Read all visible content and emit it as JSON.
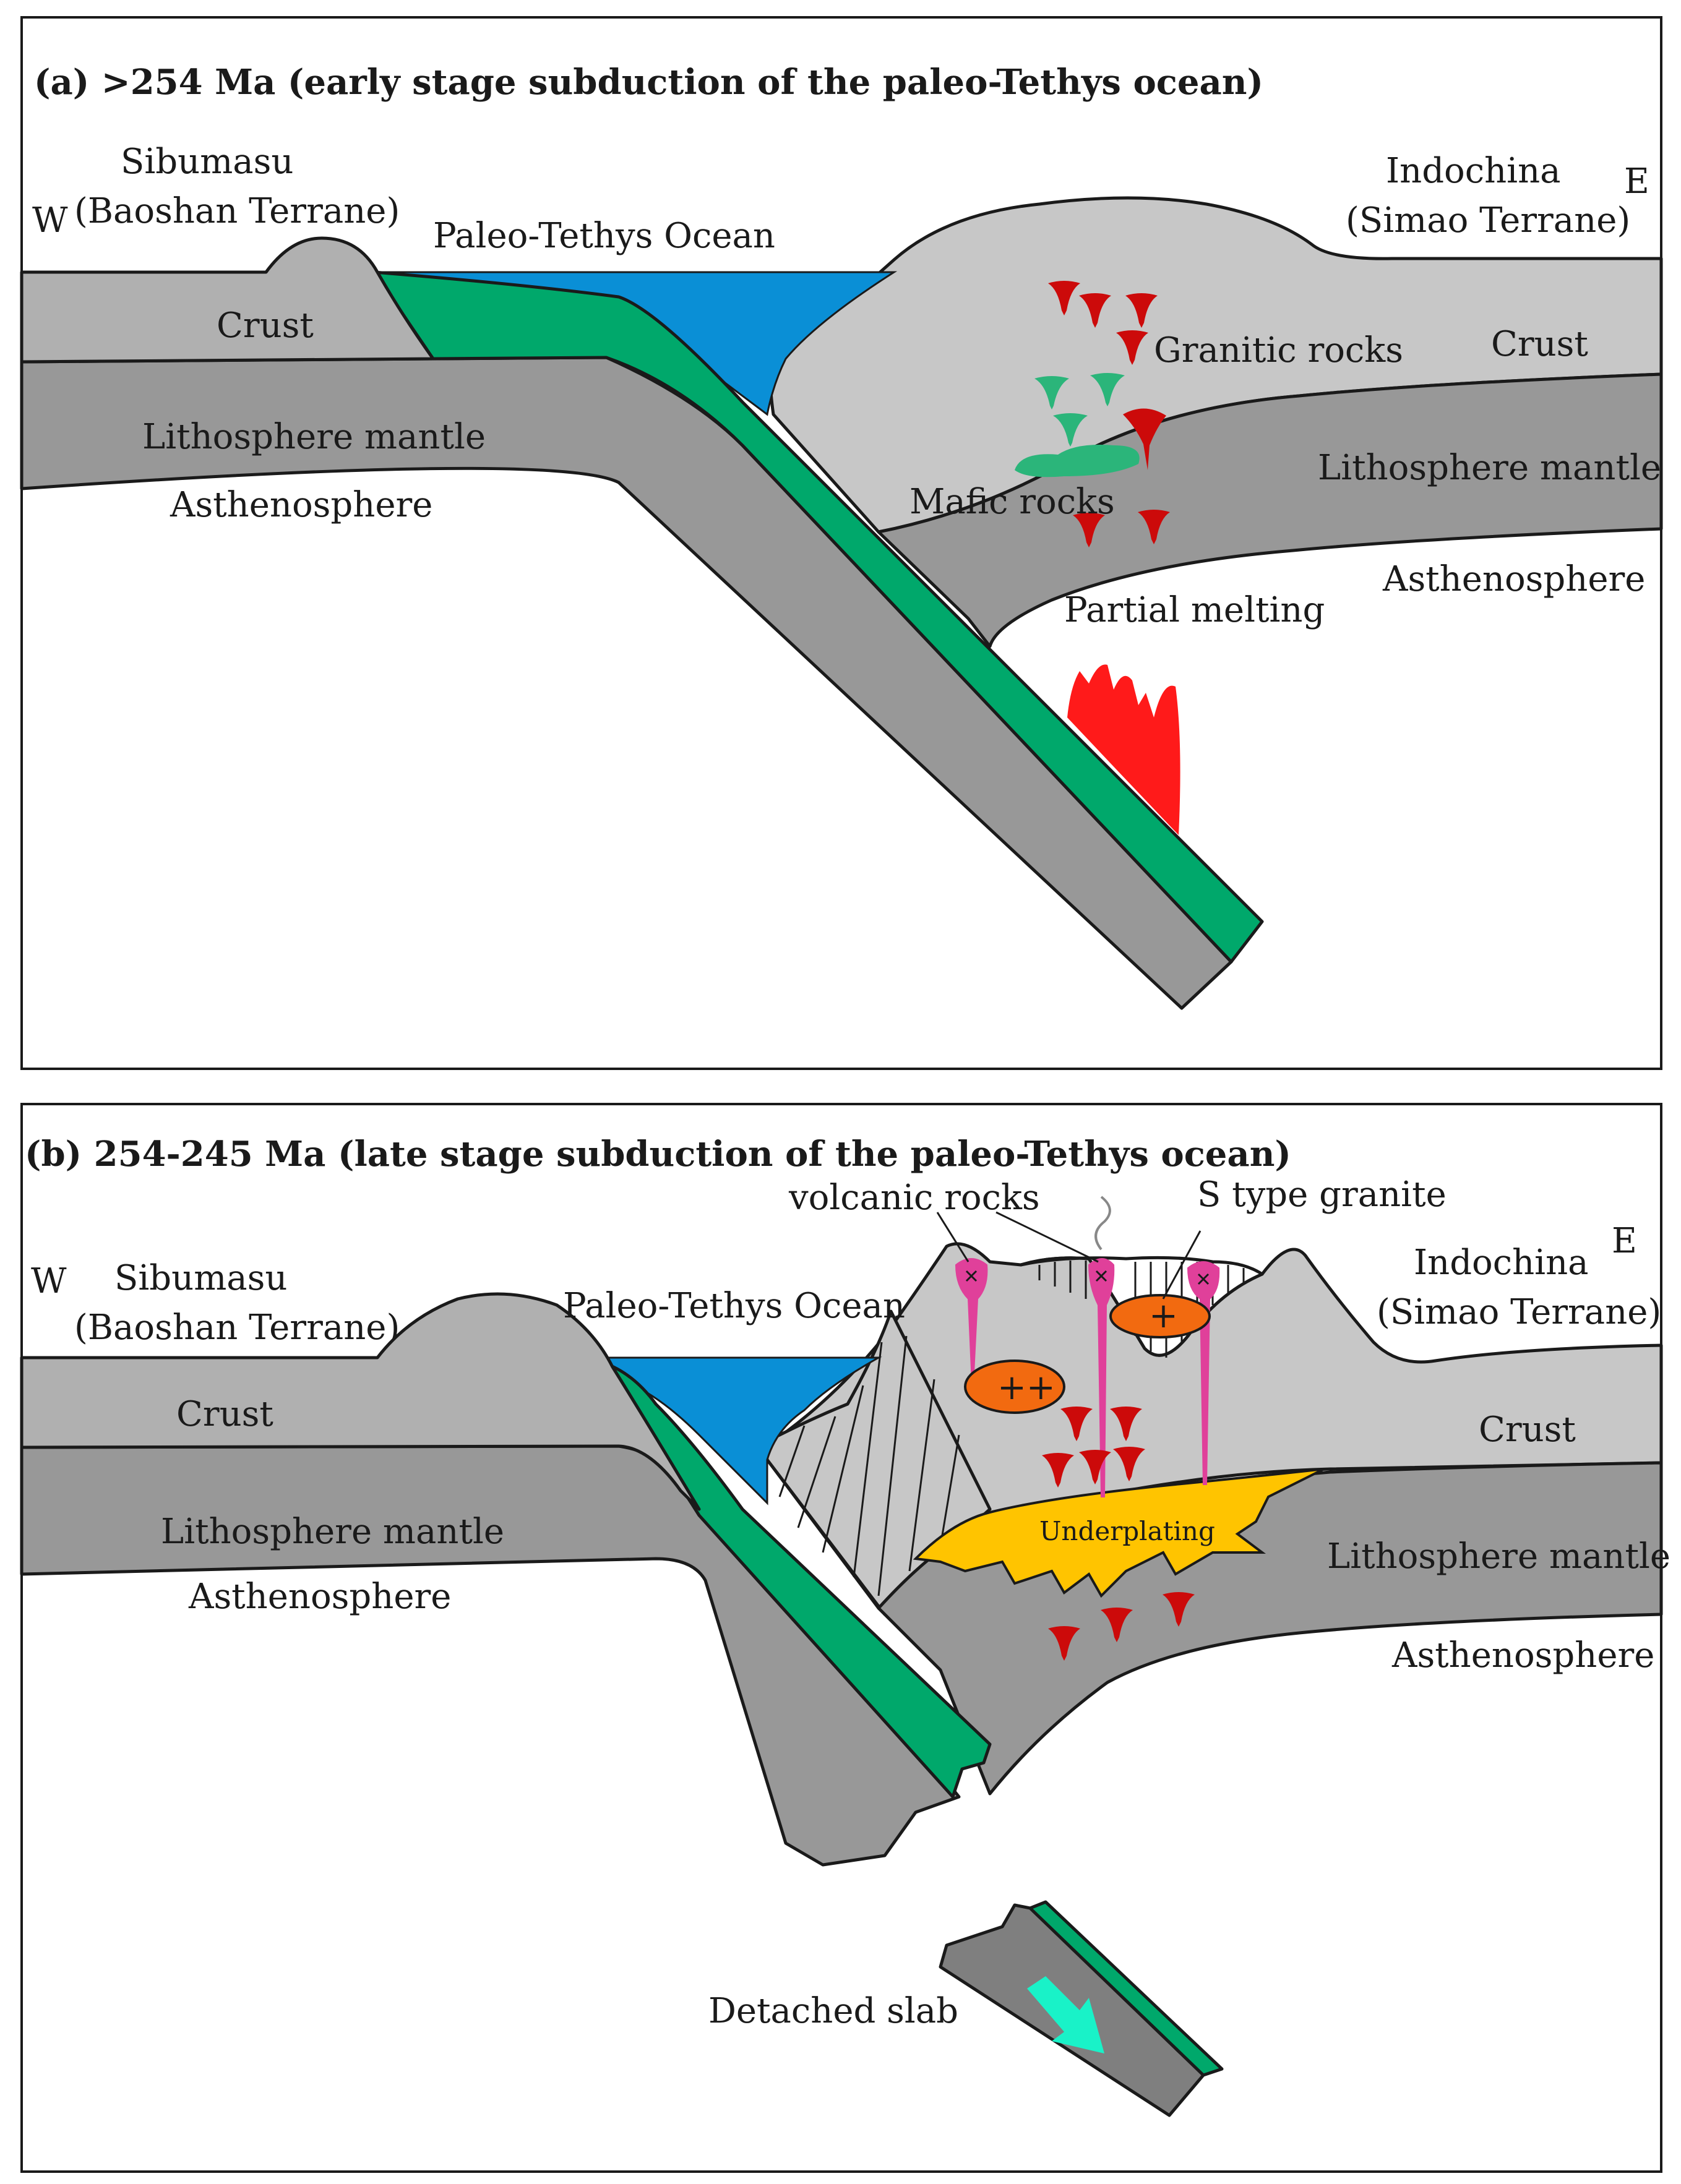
{
  "colors": {
    "ocean": "#0a8fd6",
    "slab": "#00a86b",
    "crust": "#c7c7c7",
    "crust_west": "#b0b0b0",
    "mantle": "#989898",
    "melt": "#ff1a1a",
    "granite_drop": "#cc0a0a",
    "mafic": "#2bb57a",
    "volcanic": "#e0409a",
    "sgranite": "#f26a10",
    "underplating": "#ffc400",
    "arrow": "#19f2c8"
  },
  "panel_a": {
    "title": "(a) >254 Ma (early stage subduction of the paleo-Tethys ocean)",
    "west": "W",
    "east": "E",
    "sibumasu": "Sibumasu",
    "baoshan": "(Baoshan Terrane)",
    "ocean": "Paleo-Tethys Ocean",
    "indochina": "Indochina",
    "simao": "(Simao Terrane)",
    "crust_west": "Crust",
    "crust_east": "Crust",
    "litho_west": "Lithosphere mantle",
    "litho_east": "Lithosphere mantle",
    "astheno_west": "Asthenosphere",
    "astheno_east": "Asthenosphere",
    "granitic": "Granitic rocks",
    "mafic": "Mafic rocks",
    "partial_melting": "Partial melting"
  },
  "panel_b": {
    "title": "(b) 254-245 Ma (late stage subduction of the paleo-Tethys ocean)",
    "west": "W",
    "east": "E",
    "sibumasu": "Sibumasu",
    "baoshan": "(Baoshan Terrane)",
    "ocean": "Paleo-Tethys Ocean",
    "indochina": "Indochina",
    "simao": "(Simao Terrane)",
    "crust_west": "Crust",
    "crust_east": "Crust",
    "litho_west": "Lithosphere mantle",
    "litho_east": "Lithosphere mantle",
    "astheno_west": "Asthenosphere",
    "astheno_east": "Asthenosphere",
    "volcanic": "volcanic rocks",
    "s_type": "S type granite",
    "underplating": "Underplating",
    "detached": "Detached slab",
    "plus_two": "++",
    "plus_one": "+"
  }
}
